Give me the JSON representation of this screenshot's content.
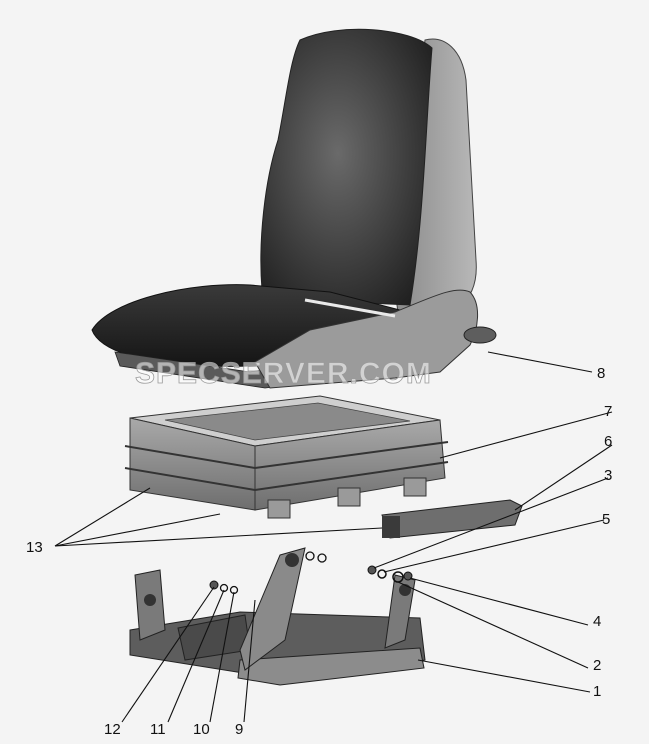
{
  "diagram": {
    "watermark": "SPECSERVER.COM",
    "callouts": {
      "n1": "1",
      "n2": "2",
      "n3": "3",
      "n4": "4",
      "n5": "5",
      "n6": "6",
      "n7": "7",
      "n8": "8",
      "n9": "9",
      "n10": "10",
      "n11": "11",
      "n12": "12",
      "n13": "13"
    }
  }
}
